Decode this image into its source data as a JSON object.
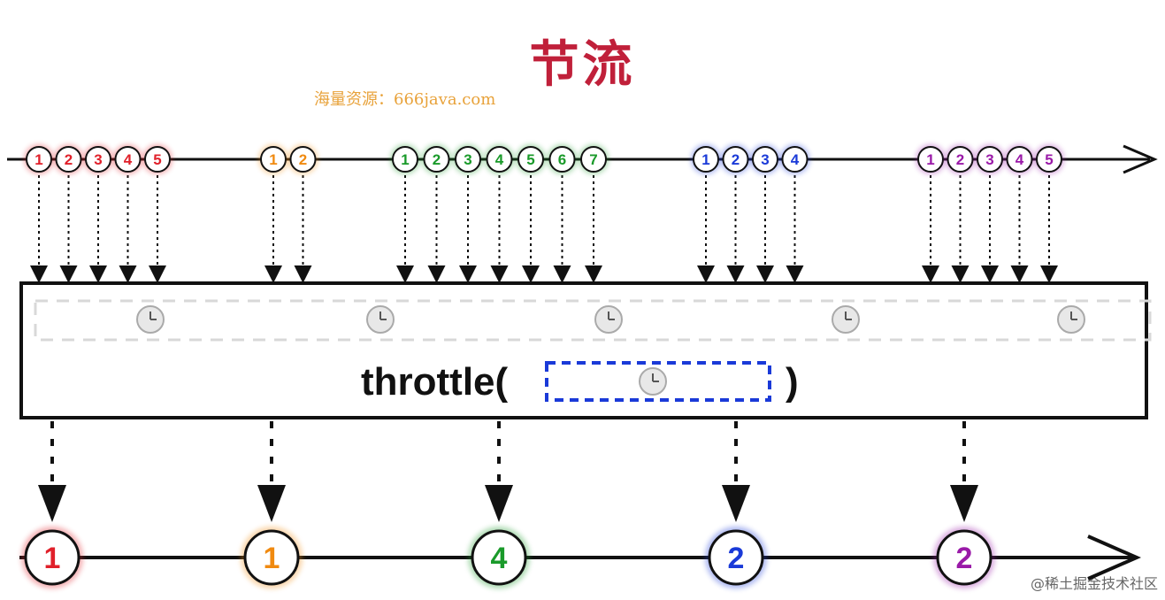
{
  "title": "节流",
  "watermark_top": "海量资源：666java.com",
  "watermark_bottom": "@稀土掘金技术社区",
  "operator_label_prefix": "throttle(",
  "operator_label_suffix": ")",
  "colors": {
    "red": "#e0202a",
    "orange": "#f08a10",
    "green": "#1a9a2a",
    "blue": "#1a3ad8",
    "purple": "#9a1aa8",
    "timeline": "#111111",
    "title": "#c0203a"
  },
  "input_groups": [
    {
      "color": "red",
      "labels": [
        "1",
        "2",
        "3",
        "4",
        "5"
      ]
    },
    {
      "color": "orange",
      "labels": [
        "1",
        "2"
      ]
    },
    {
      "color": "green",
      "labels": [
        "1",
        "2",
        "3",
        "4",
        "5",
        "6",
        "7"
      ]
    },
    {
      "color": "blue",
      "labels": [
        "1",
        "2",
        "3",
        "4"
      ]
    },
    {
      "color": "purple",
      "labels": [
        "1",
        "2",
        "3",
        "4",
        "5"
      ]
    }
  ],
  "outputs": [
    {
      "color": "red",
      "label": "1"
    },
    {
      "color": "orange",
      "label": "1"
    },
    {
      "color": "green",
      "label": "4"
    },
    {
      "color": "blue",
      "label": "2"
    },
    {
      "color": "purple",
      "label": "2"
    }
  ],
  "clock_icons": 5
}
